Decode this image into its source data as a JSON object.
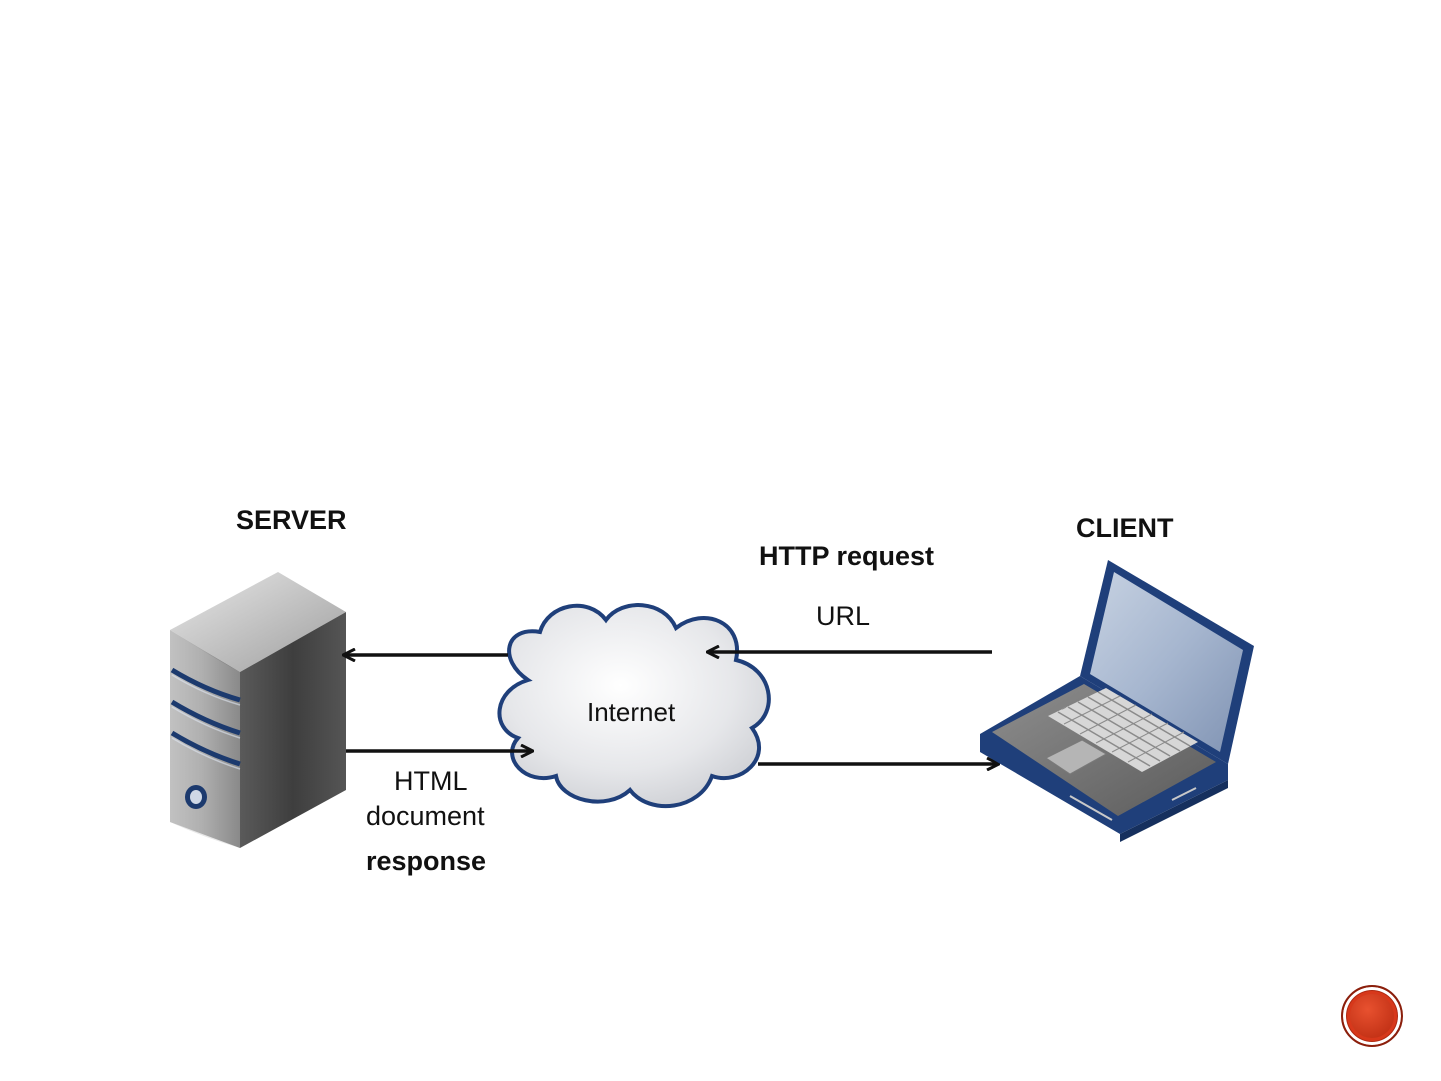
{
  "diagram": {
    "server_label": "SERVER",
    "client_label": "CLIENT",
    "internet_label": "Internet",
    "request_label": "HTTP request",
    "url_label": "URL",
    "html_label": "HTML",
    "document_label": "document",
    "response_label": "response"
  },
  "colors": {
    "accent_button": "#d7381b",
    "server_stripe": "#1c3a6e",
    "laptop_frame": "#1f3f7a"
  },
  "icons": [
    "server-icon",
    "cloud-icon",
    "laptop-icon",
    "next-slide-icon"
  ]
}
